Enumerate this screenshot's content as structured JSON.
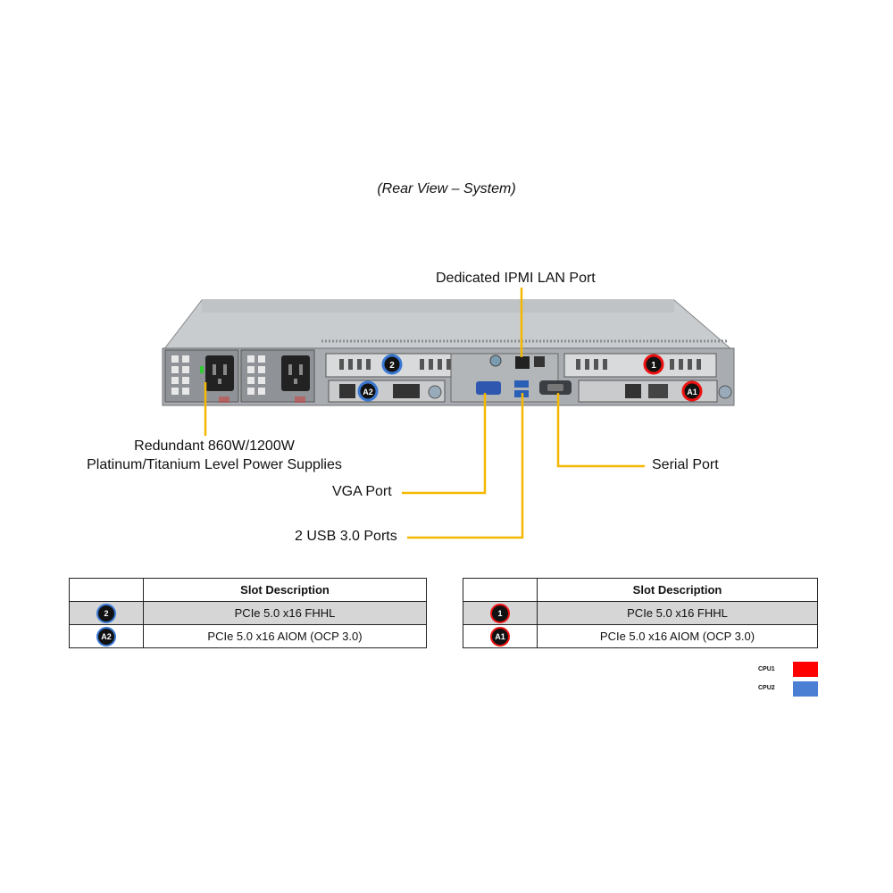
{
  "caption": "(Rear View – System)",
  "callouts": {
    "ipmi": "Dedicated IPMI  LAN Port",
    "psu_line1": "Redundant  860W/1200W",
    "psu_line2": "Platinum/Titanium  Level Power Supplies",
    "serial": "Serial Port",
    "vga": "VGA Port",
    "usb": "2 USB 3.0 Ports"
  },
  "slot_badges": {
    "slot2": "2",
    "slotA2": "A2",
    "slot1": "1",
    "slotA1": "A1"
  },
  "colors": {
    "callout_line": "#f5b800",
    "cpu1": "#ff0000",
    "cpu2": "#4a7fd4",
    "chassis": "#b9bdc0"
  },
  "table_left": {
    "header": "Slot Description",
    "rows": [
      {
        "badge": "2",
        "description": "PCIe 5.0 x16 FHHL"
      },
      {
        "badge": "A2",
        "description": "PCIe 5.0 x16 AIOM (OCP 3.0)"
      }
    ]
  },
  "table_right": {
    "header": "Slot Description",
    "rows": [
      {
        "badge": "1",
        "description": "PCIe 5.0 x16 FHHL"
      },
      {
        "badge": "A1",
        "description": "PCIe 5.0 x16 AIOM (OCP 3.0)"
      }
    ]
  },
  "legend": [
    {
      "label": "CPU1",
      "color": "#ff0000"
    },
    {
      "label": "CPU2",
      "color": "#4a7fd4"
    }
  ]
}
